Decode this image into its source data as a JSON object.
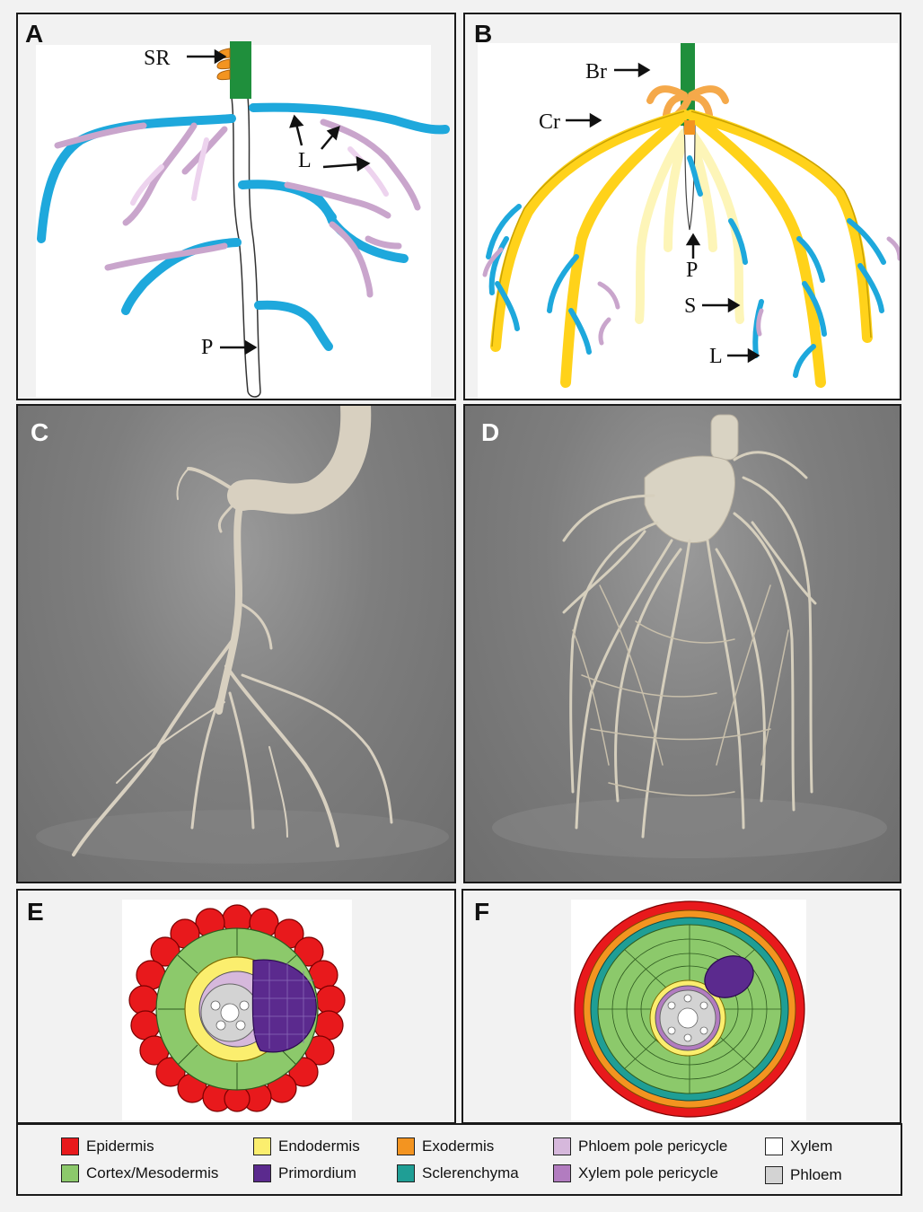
{
  "panels": {
    "a": {
      "letter": "A",
      "labels": {
        "sr": "SR",
        "l": "L",
        "p": "P"
      }
    },
    "b": {
      "letter": "B",
      "labels": {
        "br": "Br",
        "cr": "Cr",
        "p": "P",
        "s": "S",
        "l": "L"
      }
    },
    "c": {
      "letter": "C"
    },
    "d": {
      "letter": "D"
    },
    "e": {
      "letter": "E"
    },
    "f": {
      "letter": "F"
    }
  },
  "colors": {
    "epidermis": "#e8191c",
    "cortex": "#8cc96b",
    "endodermis": "#fbee6e",
    "primordium": "#5b2a8e",
    "exodermis": "#f39420",
    "sclerenchyma": "#1f9e95",
    "phloem_pole_pericycle": "#d6b8dc",
    "xylem_pole_pericycle": "#b27cc0",
    "xylem": "#ffffff",
    "phloem": "#d3d3d3",
    "lateral_root_blue": "#1ea8dc",
    "lateral_root_pink": "#c9a5cc",
    "crown_root_yellow": "#ffd21a",
    "seminal_root_pale": "#fdf5b8",
    "stem_green": "#1f8f3c"
  },
  "legend": {
    "items": [
      {
        "label": "Epidermis",
        "color": "#e8191c"
      },
      {
        "label": "Cortex/Mesodermis",
        "color": "#8cc96b"
      },
      {
        "label": "Endodermis",
        "color": "#fbee6e"
      },
      {
        "label": "Primordium",
        "color": "#5b2a8e"
      },
      {
        "label": "Exodermis",
        "color": "#f39420"
      },
      {
        "label": "Sclerenchyma",
        "color": "#1f9e95"
      },
      {
        "label": "Phloem pole pericycle",
        "color": "#d6b8dc"
      },
      {
        "label": "Xylem pole pericycle",
        "color": "#b27cc0"
      },
      {
        "label": "Xylem",
        "color": "#ffffff"
      },
      {
        "label": "Phloem",
        "color": "#d3d3d3"
      }
    ]
  }
}
